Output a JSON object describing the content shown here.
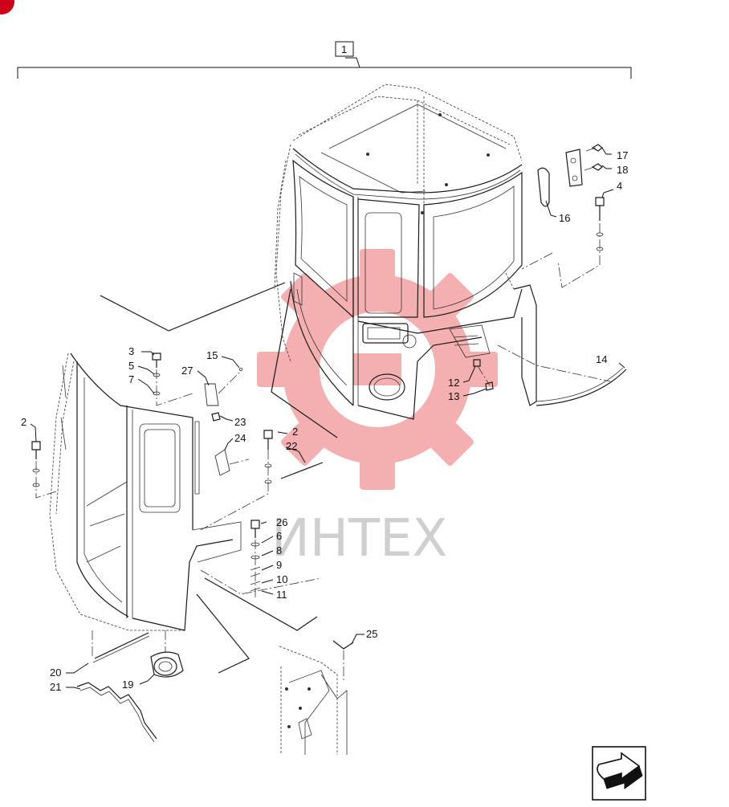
{
  "diagram": {
    "assembly_label": "1",
    "watermark": {
      "text": "ИНТЕХ",
      "gear_color": "#f3a3a3",
      "text_color": "#cfcfcf"
    },
    "corner_badge_color": "#d0021b",
    "callouts": [
      "2",
      "2",
      "3",
      "4",
      "5",
      "6",
      "7",
      "8",
      "9",
      "10",
      "11",
      "12",
      "13",
      "14",
      "15",
      "16",
      "17",
      "18",
      "19",
      "20",
      "21",
      "22",
      "23",
      "24",
      "25",
      "26",
      "27"
    ],
    "nav_icon": "next-page-arrow-icon"
  }
}
